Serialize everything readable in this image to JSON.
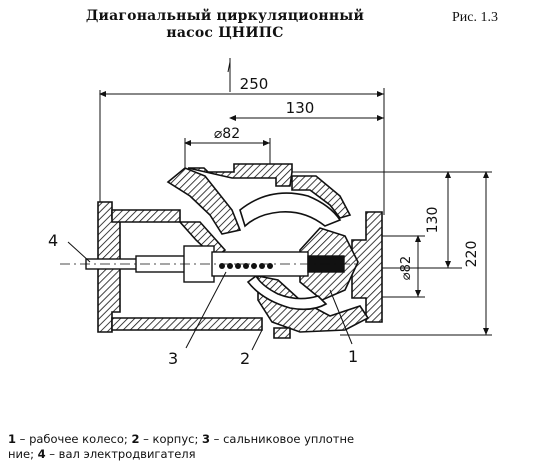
{
  "title": {
    "line1": "Диагональный циркуляционный",
    "line2": "насос ЦНИПС"
  },
  "figure_label": "Рис. 1.3",
  "dimensions": {
    "overall_width": "250",
    "inner_width": "130",
    "diameter_top": "⌀82",
    "diameter_right": "⌀82",
    "height_inner": "130",
    "height_overall": "220"
  },
  "callouts": {
    "c1": "1",
    "c2": "2",
    "c3": "3",
    "c4": "4"
  },
  "caption": {
    "line1_parts": [
      {
        "num": "1",
        "text": " – рабочее колесо; "
      },
      {
        "num": "2",
        "text": " – корпус; "
      },
      {
        "num": "3",
        "text": " – сальниковое уплотне"
      }
    ],
    "line2_parts": [
      {
        "num": "",
        "text": "ние; "
      },
      {
        "num": "4",
        "text": " – вал электродвигателя"
      }
    ]
  }
}
